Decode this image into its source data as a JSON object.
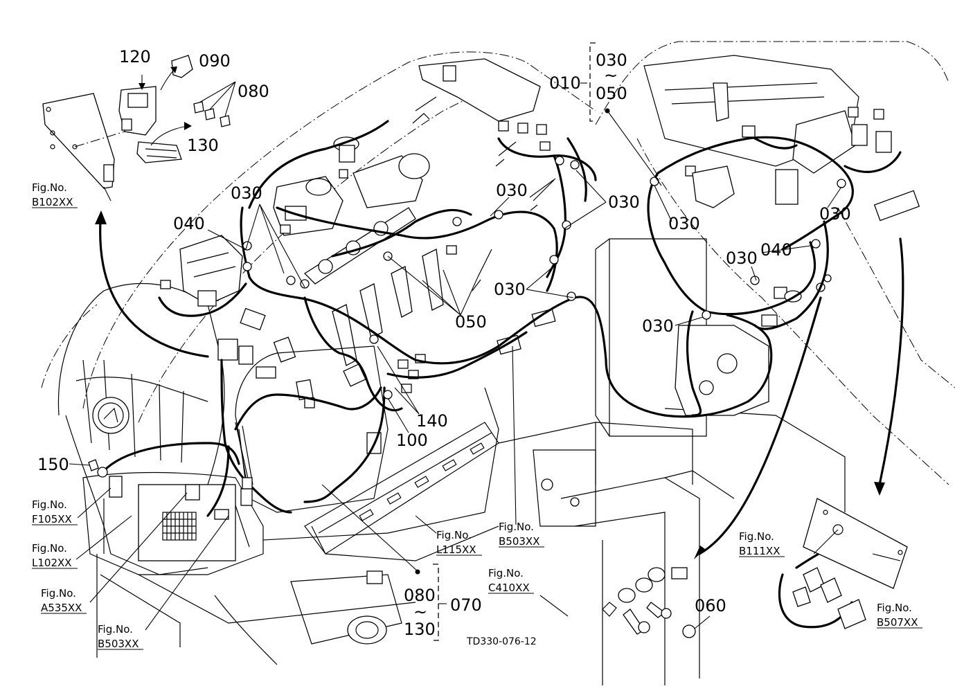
{
  "callouts": {
    "c120": "120",
    "c090": "090",
    "c080": "080",
    "c130": "130",
    "c010": "010",
    "c030_top": "030",
    "c_tilde1": "~",
    "c050_top": "050",
    "c030_a": "030",
    "c040_a": "040",
    "c030_b": "030",
    "c030_c": "030",
    "c030_d": "030",
    "c030_e": "030",
    "c030_f": "030",
    "c040_b": "040",
    "c030_g": "030",
    "c030_h": "030",
    "c050_b": "050",
    "c140": "140",
    "c100": "100",
    "c150": "150",
    "c080_b": "080",
    "c_tilde2": "~",
    "c130_b": "130",
    "c070": "070",
    "c060": "060"
  },
  "figures": [
    {
      "label": "Fig.No.",
      "code": "B102XX"
    },
    {
      "label": "Fig.No.",
      "code": "F105XX"
    },
    {
      "label": "Fig.No.",
      "code": "L102XX"
    },
    {
      "label": "Fig.No.",
      "code": "A535XX"
    },
    {
      "label": "Fig.No.",
      "code": "B503XX"
    },
    {
      "label": "Fig.No.",
      "code": "L115XX"
    },
    {
      "label": "Fig.No.",
      "code": "B503XX"
    },
    {
      "label": "Fig.No.",
      "code": "C410XX"
    },
    {
      "label": "Fig.No.",
      "code": "B111XX"
    },
    {
      "label": "Fig.No.",
      "code": "B507XX"
    }
  ],
  "drawing_code": "TD330-076-12"
}
